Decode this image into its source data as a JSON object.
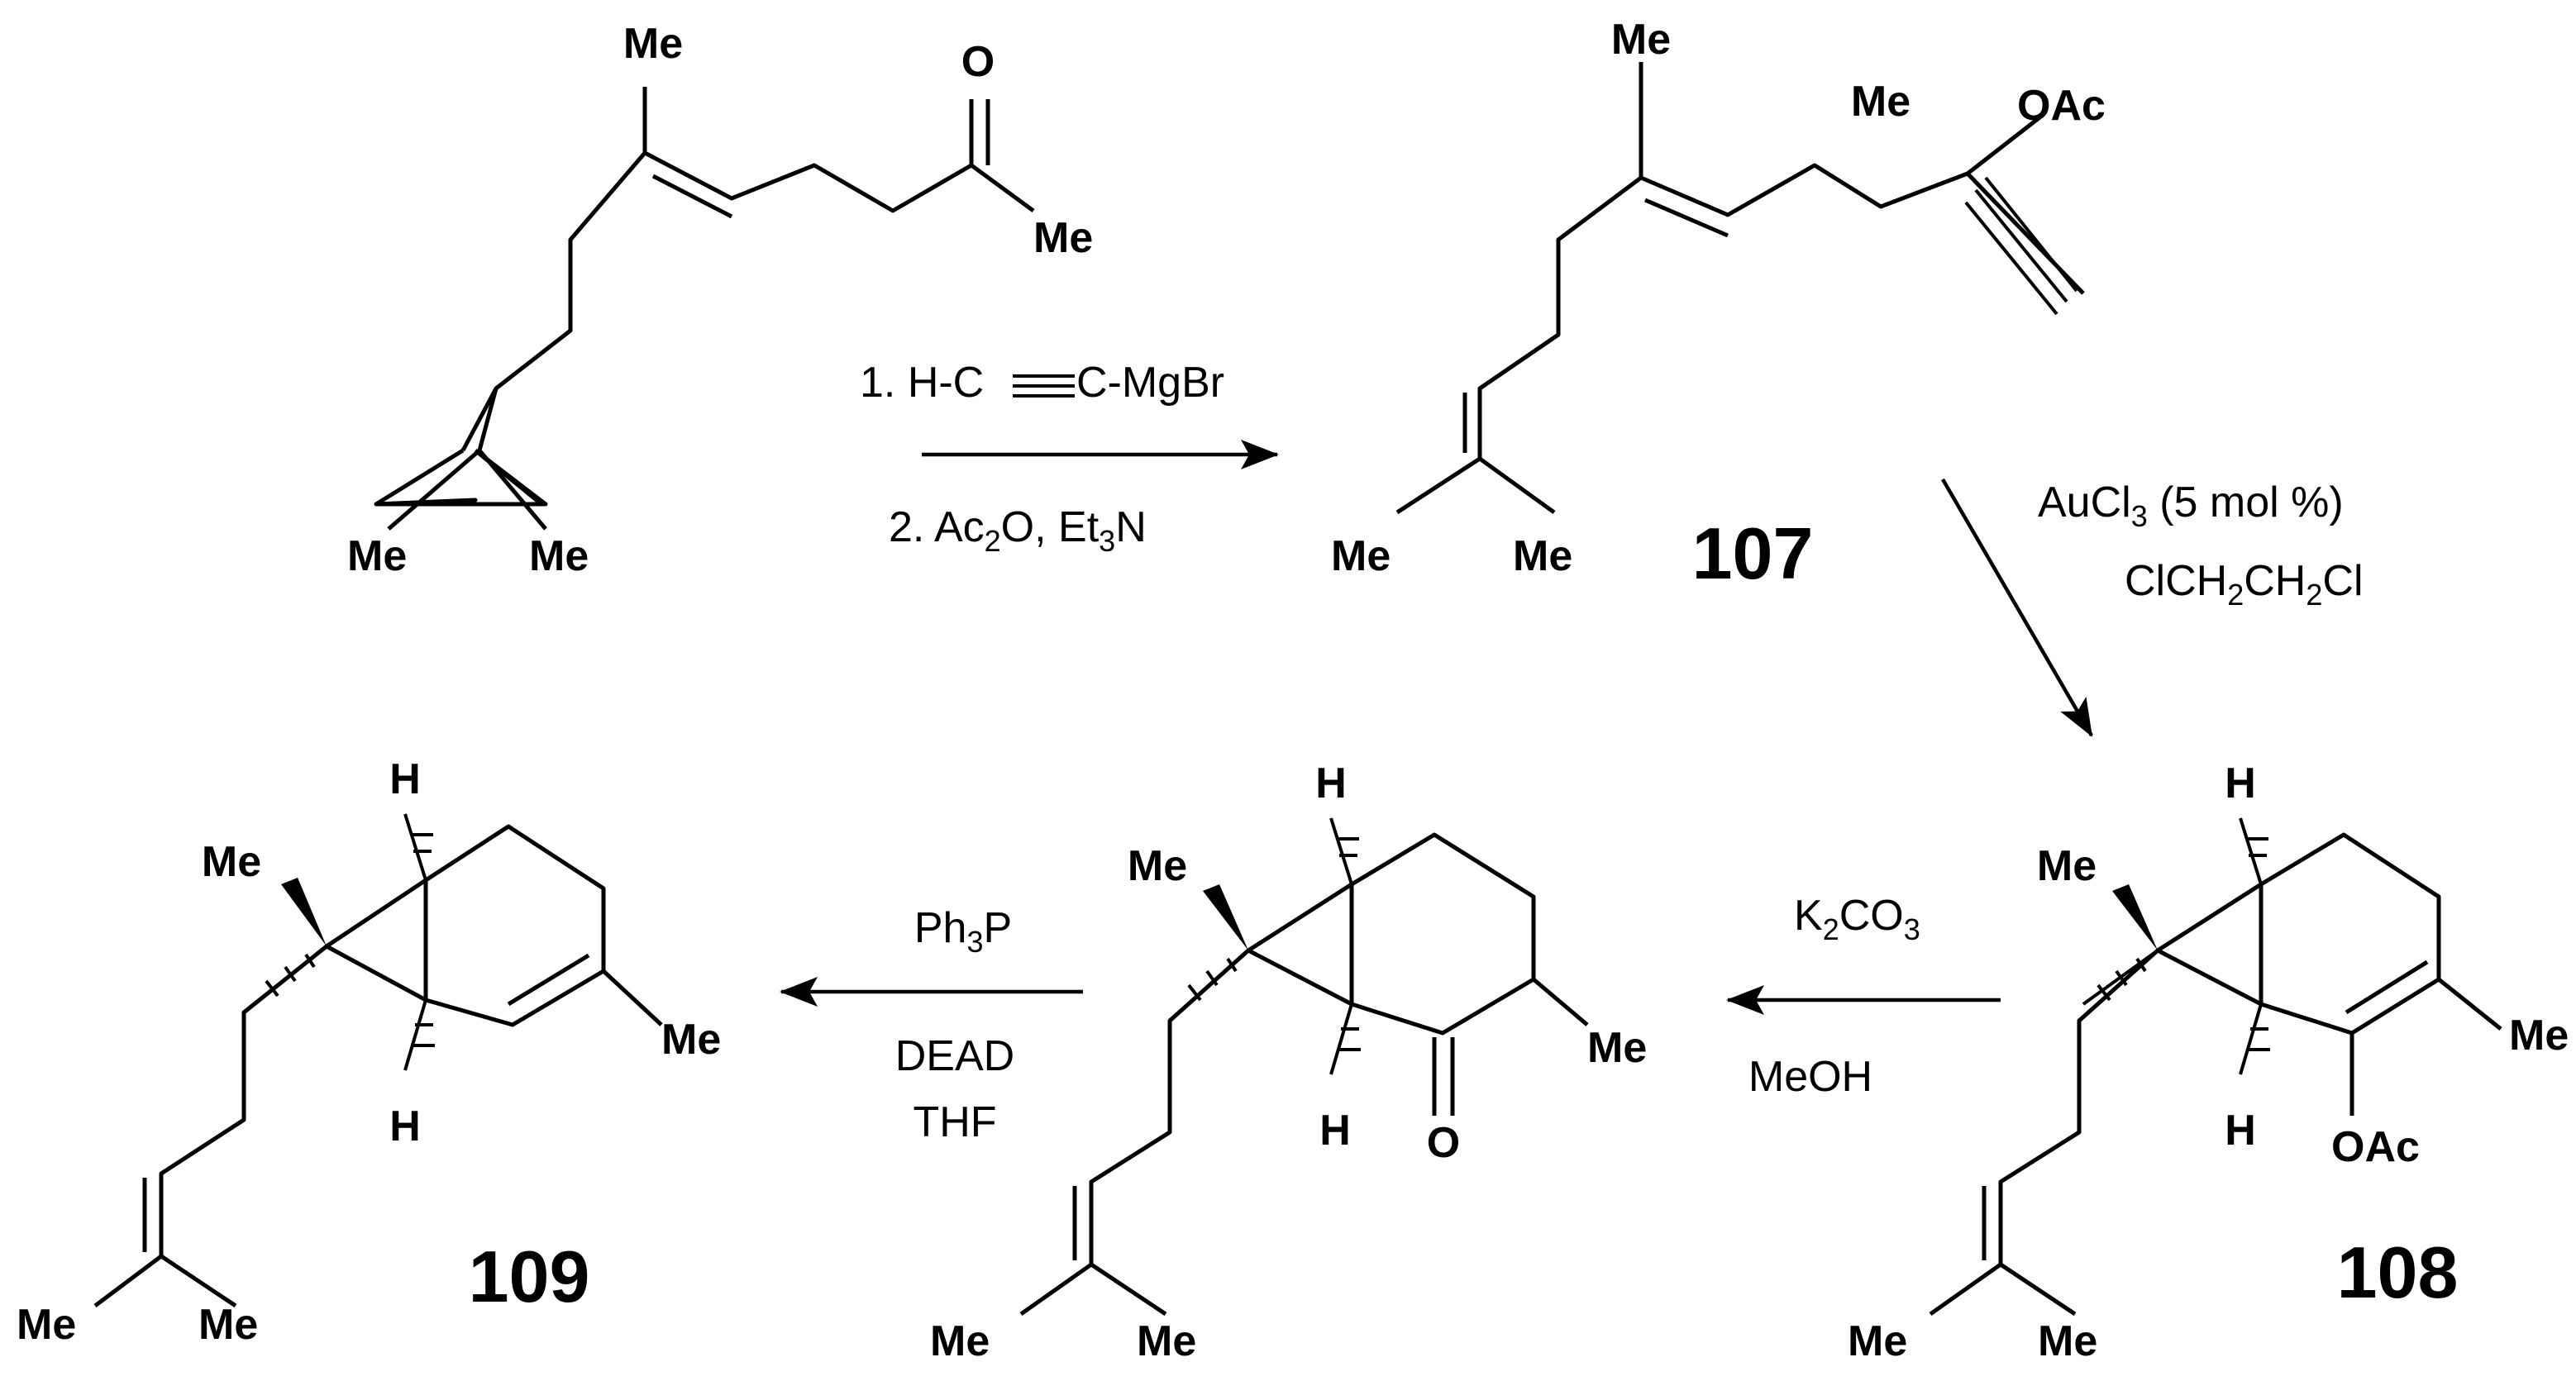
{
  "atoms": {
    "me": "Me",
    "oxygen": "O",
    "oac": "OAc",
    "hydrogen": "H"
  },
  "compounds": {
    "c107": "107",
    "c108": "108",
    "c109": "109"
  },
  "step1": {
    "line1_pre": "1. H-C",
    "line1_post": "C-MgBr",
    "line2_pre": "2.  Ac",
    "line2_sub1": "2",
    "line2_mid": "O, Et",
    "line2_sub2": "3",
    "line2_post": "N"
  },
  "step2": {
    "line1_pre": "AuCl",
    "line1_sub": "3",
    "line1_post": " (5 mol %)",
    "line2_a": "ClCH",
    "line2_sub1": "2",
    "line2_b": "CH",
    "line2_sub2": "2",
    "line2_c": "Cl"
  },
  "step3": {
    "line1_pre": "K",
    "line1_sub1": "2",
    "line1_mid": "CO",
    "line1_sub2": "3",
    "line2": "MeOH"
  },
  "step4": {
    "line1_pre": "Ph",
    "line1_sub": "3",
    "line1_post": "P",
    "line2": "DEAD",
    "line3": "THF"
  }
}
